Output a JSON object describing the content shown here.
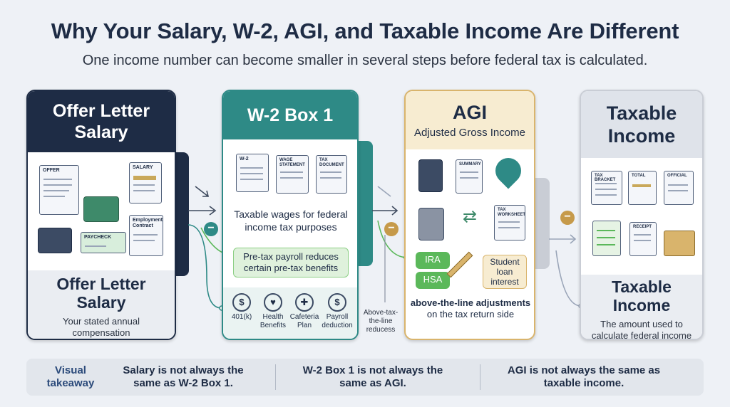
{
  "header": {
    "title": "Why Your Salary, W-2, AGI, and Taxable Income Are Different",
    "subtitle": "One income number can become smaller in several steps before federal tax is calculated."
  },
  "cards": {
    "offer": {
      "heading": "Offer Letter Salary",
      "footer_heading": "Offer Letter Salary",
      "footer_desc": "Your stated annual compensation",
      "icon_labels": [
        "OFFER",
        "SALARY",
        "PAYCHECK",
        "Employment Contract"
      ]
    },
    "w2": {
      "heading": "W-2 Box 1",
      "icon_labels": [
        "W-2",
        "WAGE STATEMENT",
        "TAX DOCUMENT"
      ],
      "desc": "Taxable wages for federal income tax purposes",
      "pill": "Pre-tax payroll reduces certain pre-tax benefits",
      "benefits": [
        {
          "symbol": "$",
          "label": "401(k)"
        },
        {
          "symbol": "♥",
          "label": "Health Benefits"
        },
        {
          "symbol": "✚",
          "label": "Cafeteria Plan"
        },
        {
          "symbol": "$",
          "label": "Payroll deduction"
        }
      ]
    },
    "agi": {
      "heading": "AGI",
      "subheading": "Adjusted Gross Income",
      "icon_labels": [
        "SUMMARY",
        "TAX WORKSHEET"
      ],
      "ira": "IRA",
      "hsa": "HSA",
      "student": "Student loan interest",
      "desc_bold": "above-the-line adjustments",
      "desc_rest": " on the tax return side"
    },
    "taxable": {
      "heading": "Taxable Income",
      "icon_labels": [
        "TAX BRACKET",
        "TOTAL",
        "OFFICIAL",
        "RECEIPT"
      ],
      "footer_heading": "Taxable Income",
      "footer_desc": "The amount used to calculate federal income tax"
    }
  },
  "connector_note": "Above-tax-the-line reducess",
  "takeaway": {
    "label": "Visual takeaway",
    "points": [
      "Salary is not always the same as W-2 Box 1.",
      "W-2 Box 1 is not always the same as AGI.",
      "AGI is not always the same as taxable income."
    ]
  },
  "colors": {
    "navy": "#1e2c45",
    "teal": "#2e8a86",
    "gold": "#d9b46c",
    "gray": "#c9cdd5",
    "green": "#5bb85a"
  }
}
